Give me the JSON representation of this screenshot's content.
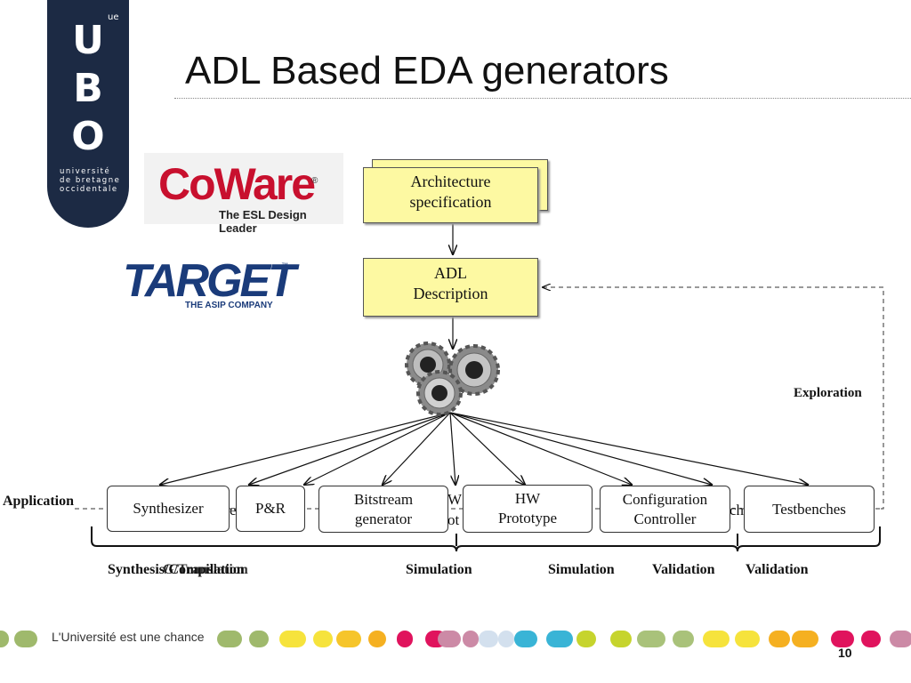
{
  "slide": {
    "title": "ADL Based EDA generators",
    "page_number": "10",
    "footer_text": "L'Université est une chance"
  },
  "logo": {
    "letters": [
      "U",
      "B",
      "O"
    ],
    "ue_mark": "ue",
    "subtitle_lines": [
      "université",
      "de bretagne",
      "occidentale"
    ]
  },
  "coware_logo": {
    "text": "CoWare",
    "registered": "®",
    "tagline": "The ESL Design Leader"
  },
  "target_logo": {
    "text": "TARGET",
    "trademark": "™",
    "tagline": "THE ASIP COMPANY"
  },
  "diagram": {
    "architecture_spec": [
      "Architecture",
      "specification"
    ],
    "adl_description": [
      "ADL",
      "Description"
    ],
    "exploration_label": "Exploration",
    "application_label": "Application",
    "generators_icon": "gears-icon",
    "tools": [
      {
        "label": [
          "Synthesizer"
        ]
      },
      {
        "label": [
          "P&R"
        ]
      },
      {
        "label": [
          "Bitstream",
          "generator"
        ]
      },
      {
        "label": [
          "HW",
          "Prototype"
        ]
      },
      {
        "label": [
          "Configuration",
          "Controller"
        ]
      },
      {
        "label": [
          "Testbenches"
        ]
      }
    ],
    "hidden_fragments": [
      "e",
      "W",
      "ot",
      "ch"
    ],
    "stages": [
      {
        "label": "Synthesis/Compilation"
      },
      {
        "label": "G/Translation"
      },
      {
        "label": "Simulation"
      },
      {
        "label": "Simulation"
      },
      {
        "label": "Validation"
      },
      {
        "label": "Validation"
      }
    ]
  },
  "colors": {
    "logo_band": "#1c2a44",
    "doc_fill": "#fdf9a2",
    "coware_red": "#c8102e",
    "target_blue": "#1a3b7a"
  },
  "footer_dots": [
    "#9fb96c",
    "#9fb96c",
    "#f6e33c",
    "#f6e33c",
    "#f6c52a",
    "#f5b021",
    "#e0135d",
    "#e0135d",
    "#cc8aa6",
    "#cc8aa6",
    "#d3e0ee",
    "#d3e0ee",
    "#39b4d6",
    "#39b4d6",
    "#c6d42d",
    "#c6d42d",
    "#a9c27a",
    "#a9c27a",
    "#f6e33c",
    "#f6e33c",
    "#f5b021",
    "#f5b021",
    "#e0135d",
    "#e0135d",
    "#cc8aa6"
  ]
}
